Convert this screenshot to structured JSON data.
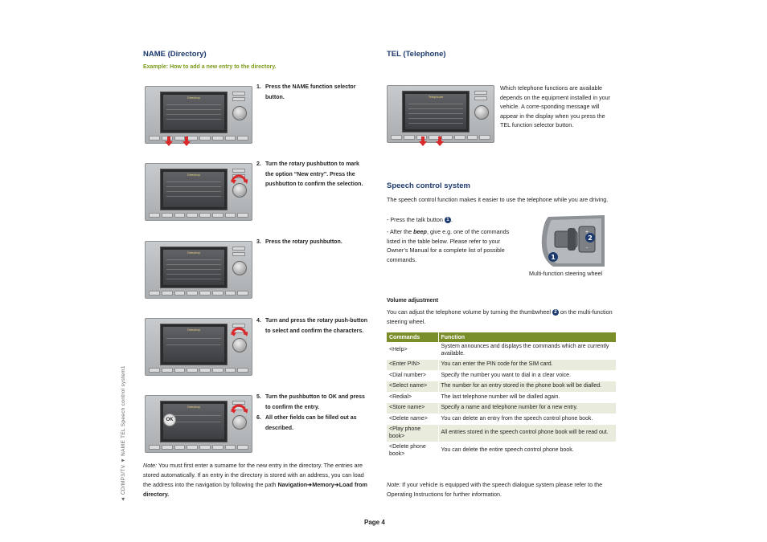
{
  "sidebar": {
    "text": "◄  CD/MP3/TV    ▼ NAME   TEL   Speech control system1"
  },
  "left": {
    "title": "NAME (Directory)",
    "example": "Example: How to add a new entry to the directory.",
    "devices": [
      {
        "screen_title": "Directory",
        "lines": [
          "Surname entry",
          "Name list",
          "Directory",
          "Delete directory"
        ]
      },
      {
        "screen_title": "Directory",
        "lines": [
          "Surname entry",
          "Name list",
          "New entry",
          "Delete directory"
        ]
      },
      {
        "screen_title": "Directory",
        "lines": [
          "New entry",
          "Surname",
          "First name",
          "Address",
          "Number"
        ]
      },
      {
        "screen_title": "Directory",
        "lines": [
          "Surname",
          "|"
        ]
      },
      {
        "screen_title": "Directory",
        "lines": [
          "Surname",
          "SURNAME"
        ],
        "ok_label": "OK"
      }
    ],
    "steps": [
      {
        "num": "1.",
        "text": "Press the NAME function selector button."
      },
      {
        "num": "2.",
        "text": "Turn the rotary pushbutton to mark the option “New entry”. Press the pushbutton to confirm the selection."
      },
      {
        "num": "3.",
        "text": "Press the rotary pushbutton."
      },
      {
        "num": "4.",
        "text": "Turn and press the rotary push-button to select and confirm the characters."
      },
      {
        "num": "5.",
        "text": "Turn the pushbutton to OK and press to confirm the entry."
      },
      {
        "num": "6.",
        "text": "All other fields can be filled out as described."
      }
    ],
    "note": {
      "label": "Note:",
      "text": " You must first enter a surname for the new entry in the directory. The entries are stored automatically. If an entry in the directory is stored with an address, you can load the address into the navigation by following the path",
      "path": "Navigation➔Memory➔Load from directory."
    }
  },
  "right": {
    "title": "TEL (Telephone)",
    "device": {
      "screen_title": "Telephone",
      "lines": [
        "Dial",
        "When you receive a call",
        "Telephone options",
        "Selected telephone",
        "Quickdial"
      ]
    },
    "intro": "Which telephone functions are available depends on the equipment installed in your vehicle. A corre-sponding message will appear in the display when you press the TEL function selector button.",
    "speech_title": "Speech control system",
    "speech_intro": "The speech control function makes it easier to use the telephone while you are driving.",
    "bullet1_pre": "- Press the talk button ",
    "bullet1_num": "1",
    "bullet1_post": ".",
    "bullet2_pre": "- After the ",
    "bullet2_beep": "beep",
    "bullet2_post": ", give e.g. one of the commands listed in the table below. Please refer to your Owner’s Manual for a complete list of possible commands.",
    "wheel_caption": "Multi-function steering wheel",
    "wheel_labels": [
      "1",
      "2"
    ],
    "volume_title": "Volume adjustment",
    "volume_pre": "You can adjust the telephone volume by turning the thumbwheel ",
    "volume_num": "2",
    "volume_post": " on the multi-function steering wheel.",
    "table": {
      "headers": [
        "Commands",
        "Function"
      ],
      "rows": [
        [
          "<Help>",
          "System announces and displays the commands which are currently available."
        ],
        [
          "<Enter PIN>",
          "You can enter the PIN code for the SIM card."
        ],
        [
          "<Dial number>",
          "Specify the number you want to dial in a clear voice."
        ],
        [
          "<Select name>",
          "The number for an entry stored in the phone book will be dialled."
        ],
        [
          "<Redial>",
          "The last telephone number will be dialled again."
        ],
        [
          "<Store name>",
          "Specify a name and telephone number for a new entry."
        ],
        [
          "<Delete name>",
          "You can delete an entry from the speech control phone book."
        ],
        [
          "<Play phone book>",
          "All entries stored in the speech control phone book will be read out."
        ],
        [
          "<Delete phone book>",
          "You can delete the entire speech control phone book."
        ]
      ]
    },
    "note": {
      "label": "Note:",
      "text": " If your vehicle is equipped with the speech dialogue system please refer to the Operating Instructions for further information."
    }
  },
  "page": {
    "label": "Page 4"
  },
  "colors": {
    "heading_blue": "#1c3a6e",
    "accent_green": "#7a9a1a",
    "table_header": "#7a8f2a",
    "arrow_red": "#d9292b"
  }
}
